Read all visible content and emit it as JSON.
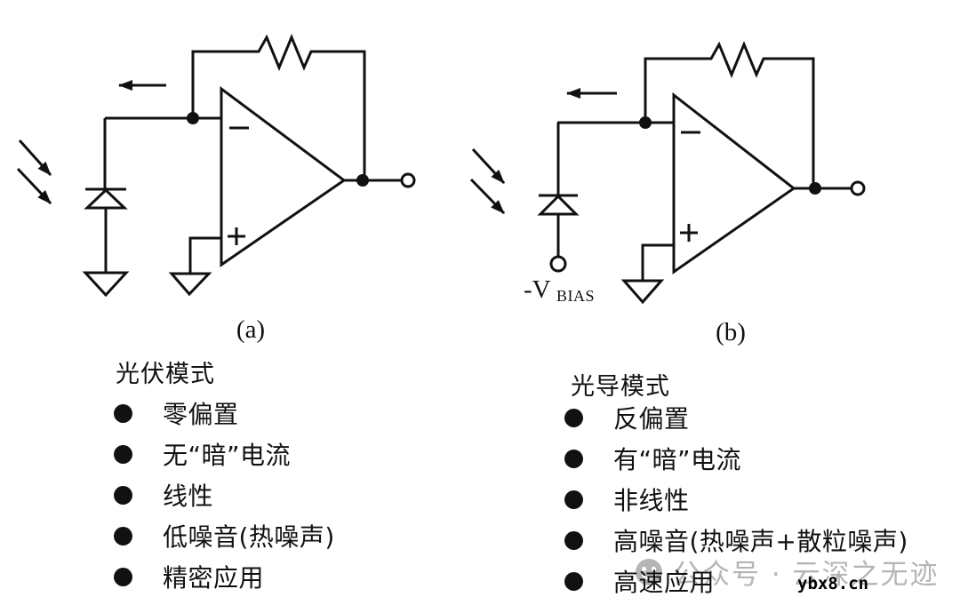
{
  "figure": {
    "captions": {
      "a": "(a)",
      "b": "(b)"
    },
    "bias_label": {
      "main": "-V",
      "sub": "BIAS"
    }
  },
  "panels": {
    "a": {
      "title": "光伏模式",
      "items": [
        "零偏置",
        "无“暗”电流",
        "线性",
        "低噪音(热噪声)",
        "精密应用"
      ]
    },
    "b": {
      "title": "光导模式",
      "items": [
        "反偏置",
        "有“暗”电流",
        "非线性",
        "高噪音(热噪声+散粒噪声)",
        "高速应用"
      ]
    }
  },
  "watermark": {
    "account": "公众号 · 云深之无迹",
    "site": "ybx8.cn"
  },
  "colors": {
    "ink": "#111111",
    "watermark_gray": "#b5b5b5"
  }
}
